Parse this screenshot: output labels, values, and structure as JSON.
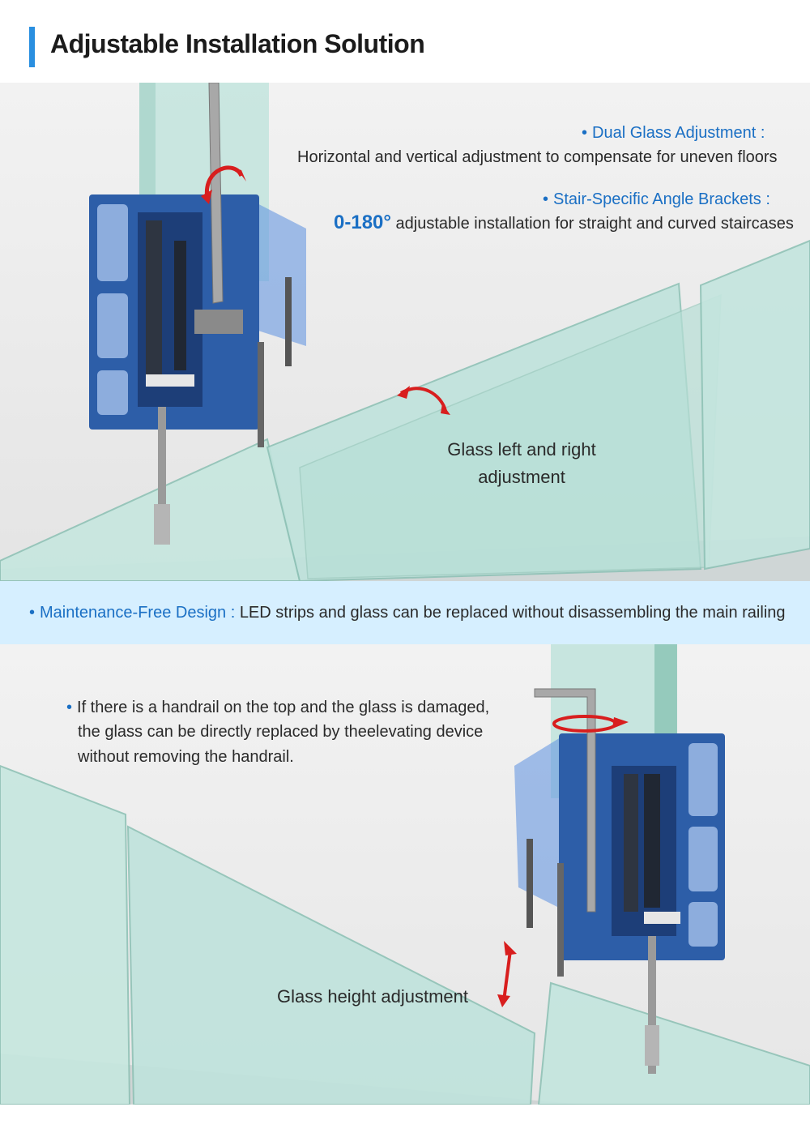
{
  "header": {
    "title": "Adjustable Installation Solution"
  },
  "panel1": {
    "feature1": {
      "title": "Dual Glass Adjustment :",
      "desc": "Horizontal and vertical adjustment to compensate for uneven floors"
    },
    "feature2": {
      "title": "Stair-Specific Angle Brackets :",
      "angle": "0-180°",
      "desc": "adjustable installation for straight and curved staircases"
    },
    "glass_label_line1": "Glass left and right",
    "glass_label_line2": "adjustment"
  },
  "strip": {
    "title": "Maintenance-Free Design :",
    "desc": "LED strips and glass can be replaced without disassembling the main railing"
  },
  "panel2": {
    "note_line1": "If there is a handrail on the top and the glass is damaged,",
    "note_line2": "the glass can be directly replaced by theelevating device",
    "note_line3": "without removing the handrail.",
    "height_label": "Glass height adjustment"
  },
  "colors": {
    "accent_blue": "#1a6fc4",
    "header_bar": "#2a8fe0",
    "strip_bg": "#d6efff",
    "profile_blue": "#2d5ea8",
    "arrow_red": "#d81e1e",
    "glass": "#bfe3dc"
  }
}
